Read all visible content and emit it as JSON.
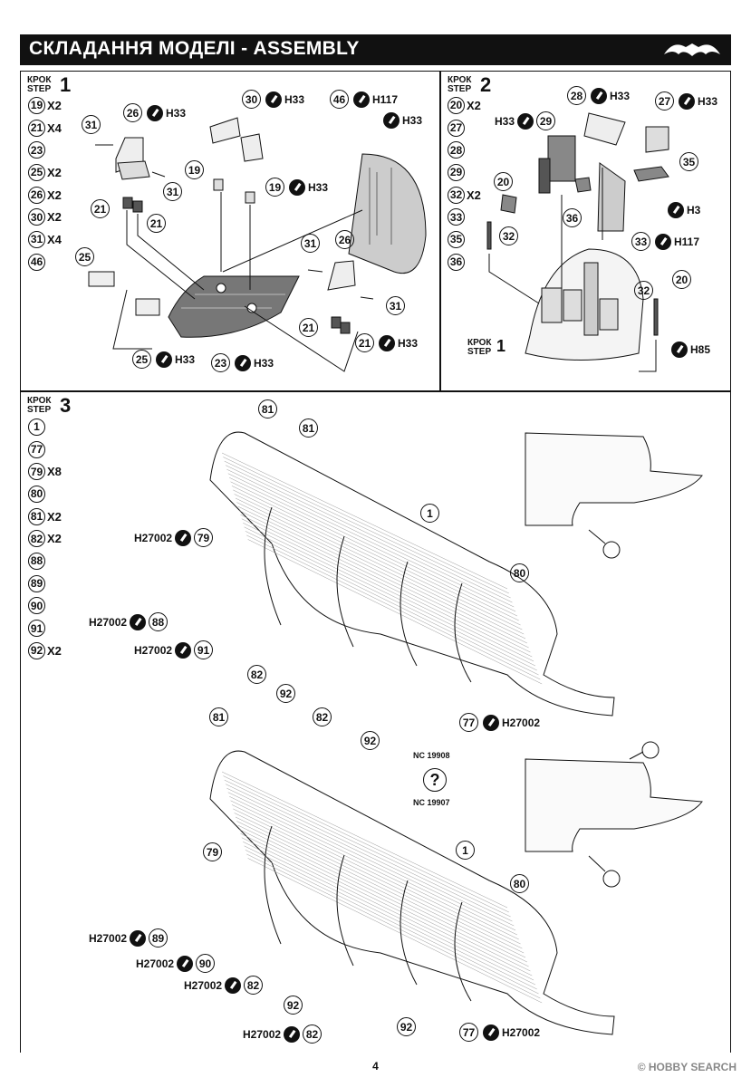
{
  "header": {
    "title": "СКЛАДАННЯ МОДЕЛІ - ASSEMBLY",
    "logo_text": "BAT"
  },
  "steps": [
    {
      "label_small_1": "КРОК",
      "label_small_2": "STEP",
      "number": "1",
      "parts": [
        {
          "n": "19",
          "qty": "X2"
        },
        {
          "n": "21",
          "qty": "X4"
        },
        {
          "n": "23",
          "qty": ""
        },
        {
          "n": "25",
          "qty": "X2"
        },
        {
          "n": "26",
          "qty": "X2"
        },
        {
          "n": "30",
          "qty": "X2"
        },
        {
          "n": "31",
          "qty": "X4"
        },
        {
          "n": "46",
          "qty": ""
        }
      ]
    },
    {
      "label_small_1": "КРОК",
      "label_small_2": "STEP",
      "number": "2",
      "parts": [
        {
          "n": "20",
          "qty": "X2"
        },
        {
          "n": "27",
          "qty": ""
        },
        {
          "n": "28",
          "qty": ""
        },
        {
          "n": "29",
          "qty": ""
        },
        {
          "n": "32",
          "qty": "X2"
        },
        {
          "n": "33",
          "qty": ""
        },
        {
          "n": "35",
          "qty": ""
        },
        {
          "n": "36",
          "qty": ""
        }
      ]
    },
    {
      "label_small_1": "КРОК",
      "label_small_2": "STEP",
      "number": "3",
      "parts": [
        {
          "n": "1",
          "qty": ""
        },
        {
          "n": "77",
          "qty": ""
        },
        {
          "n": "79",
          "qty": "X8"
        },
        {
          "n": "80",
          "qty": ""
        },
        {
          "n": "81",
          "qty": "X2"
        },
        {
          "n": "82",
          "qty": "X2"
        },
        {
          "n": "88",
          "qty": ""
        },
        {
          "n": "89",
          "qty": ""
        },
        {
          "n": "90",
          "qty": ""
        },
        {
          "n": "91",
          "qty": ""
        },
        {
          "n": "92",
          "qty": "X2"
        }
      ]
    }
  ],
  "step1_callouts": {
    "c26": {
      "n": "26",
      "paint": "H33"
    },
    "c30": {
      "n": "30",
      "paint": "H33"
    },
    "c46": {
      "n": "46",
      "paint": "H117"
    },
    "c46b": {
      "paint": "H33"
    },
    "c31a": {
      "n": "31"
    },
    "c31b": {
      "n": "31"
    },
    "c19a": {
      "n": "19"
    },
    "c19b": {
      "n": "19",
      "paint": "H33"
    },
    "c21a": {
      "n": "21"
    },
    "c21b": {
      "n": "21"
    },
    "c25": {
      "n": "25"
    },
    "c31c": {
      "n": "31"
    },
    "c26b": {
      "n": "26"
    },
    "c31d": {
      "n": "31"
    },
    "c21c": {
      "n": "21"
    },
    "c21d": {
      "n": "21",
      "paint": "H33"
    },
    "c25b": {
      "n": "25",
      "paint": "H33"
    },
    "c23": {
      "n": "23",
      "paint": "H33"
    }
  },
  "step2_callouts": {
    "c28": {
      "n": "28",
      "paint": "H33"
    },
    "c27": {
      "n": "27",
      "paint": "H33"
    },
    "c29": {
      "n": "29",
      "paint_left": "H33"
    },
    "c35": {
      "n": "35"
    },
    "c20a": {
      "n": "20"
    },
    "c32a": {
      "n": "32"
    },
    "c36": {
      "n": "36"
    },
    "c33": {
      "n": "33",
      "paint": "H117"
    },
    "h3": {
      "paint": "H3"
    },
    "c20b": {
      "n": "20"
    },
    "c32b": {
      "n": "32"
    },
    "h85": {
      "paint": "H85"
    },
    "ref_small_1": "КРОК",
    "ref_small_2": "STEP",
    "ref_number": "1"
  },
  "step3_callouts": {
    "top": {
      "c81a": {
        "n": "81"
      },
      "c81b": {
        "n": "81"
      },
      "c1": {
        "n": "1"
      },
      "c80": {
        "n": "80"
      },
      "c79": {
        "n": "79",
        "paint": "H27002"
      },
      "c88": {
        "n": "88",
        "paint": "H27002"
      },
      "c91": {
        "n": "91",
        "paint": "H27002"
      },
      "c82a": {
        "n": "82"
      },
      "c92a": {
        "n": "92"
      },
      "c82b": {
        "n": "82"
      },
      "c92b": {
        "n": "92"
      },
      "c77": {
        "n": "77",
        "paint": "H27002"
      }
    },
    "bottom": {
      "c81": {
        "n": "81"
      },
      "c1": {
        "n": "1"
      },
      "c80": {
        "n": "80"
      },
      "c79": {
        "n": "79"
      },
      "c89": {
        "n": "89",
        "paint": "H27002"
      },
      "c90": {
        "n": "90",
        "paint": "H27002"
      },
      "c82a": {
        "n": "82",
        "paint": "H27002"
      },
      "c92a": {
        "n": "92"
      },
      "c82b": {
        "n": "82",
        "paint": "H27002"
      },
      "c92b": {
        "n": "92"
      },
      "c77": {
        "n": "77",
        "paint": "H27002"
      }
    },
    "variant_top": "NC 19908",
    "variant_bottom": "NC 19907",
    "question": "?"
  },
  "footer": {
    "page": "4"
  },
  "watermark": "© HOBBY SEARCH"
}
